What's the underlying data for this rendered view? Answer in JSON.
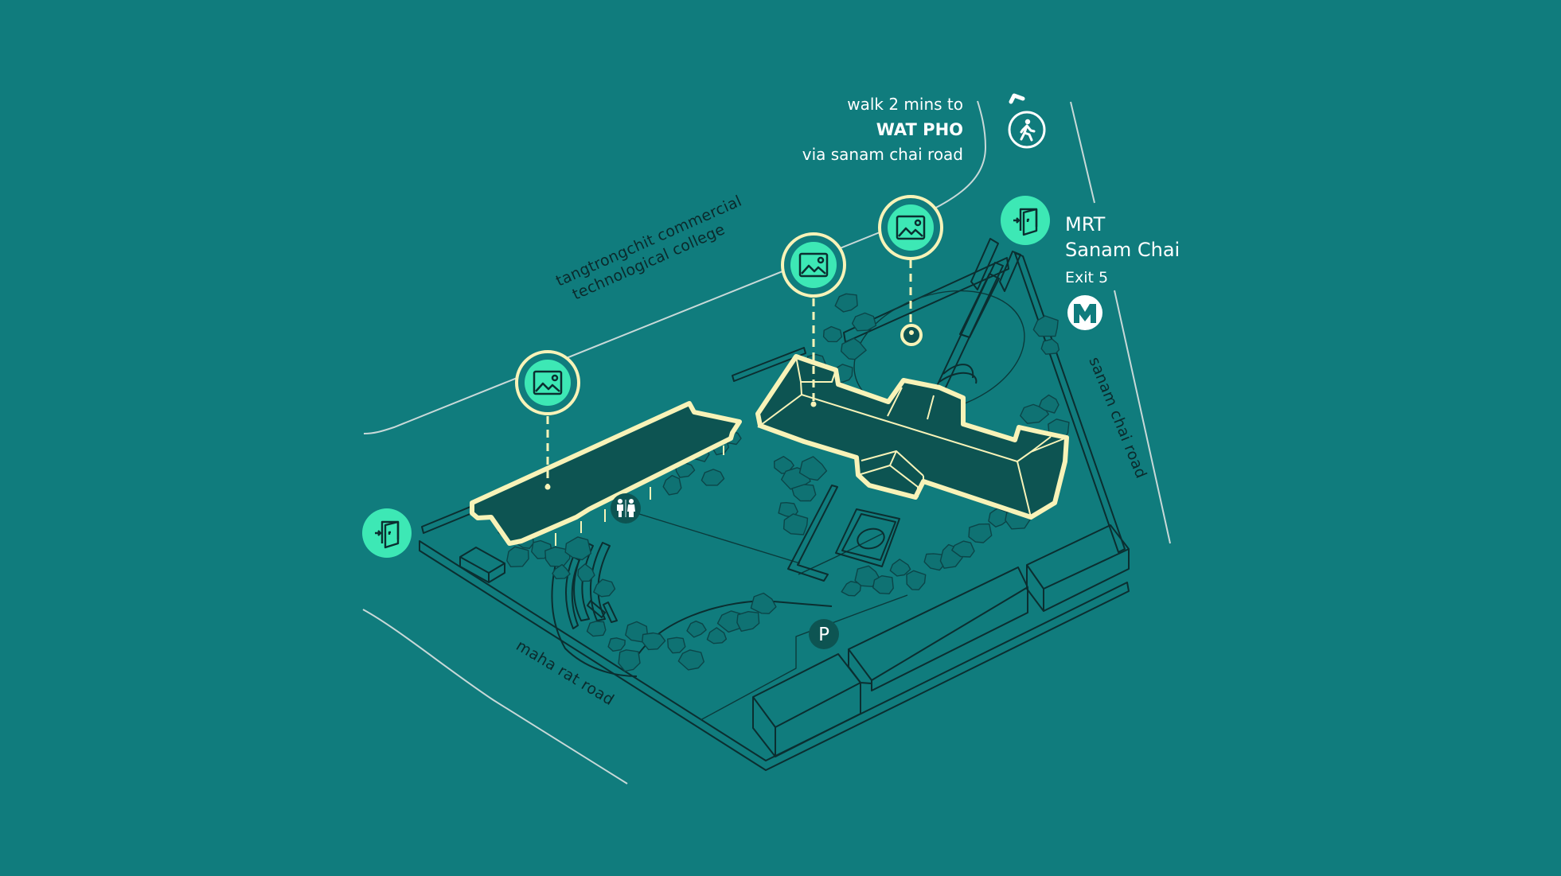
{
  "colors": {
    "background": "#107c7d",
    "building_fill": "#0d5452",
    "building_outline": "#f8f3b8",
    "marker_fill": "#3de8b5",
    "ink": "#0b2e30",
    "badge_dark": "#0d5452",
    "text_white": "#ffffff"
  },
  "walk_callout": {
    "line1": "walk 2 mins to",
    "destination": "WAT PHO",
    "line3": "via sanam chai road",
    "icon": "pedestrian-icon",
    "direction_icon": "chevron-up-left-icon"
  },
  "mrt": {
    "line": "MRT",
    "station": "Sanam Chai",
    "exit": "Exit 5",
    "entrance_icon": "entrance-door-icon",
    "logo_icon": "mrt-logo-icon",
    "logo_letter": "M"
  },
  "road_labels": {
    "north_line1": "tangtrongchit commercial",
    "north_line2": "technological college",
    "west": "maha rat road",
    "east": "sanam chai road"
  },
  "markers": {
    "photo_points": [
      {
        "name": "photo-west-building",
        "icon": "image-icon"
      },
      {
        "name": "photo-main-building",
        "icon": "image-icon"
      },
      {
        "name": "photo-courtyard",
        "icon": "image-icon"
      }
    ],
    "west_entrance_icon": "entrance-door-icon",
    "restroom_icon": "restroom-icon",
    "parking_label": "P",
    "parking_icon": "parking-icon"
  }
}
